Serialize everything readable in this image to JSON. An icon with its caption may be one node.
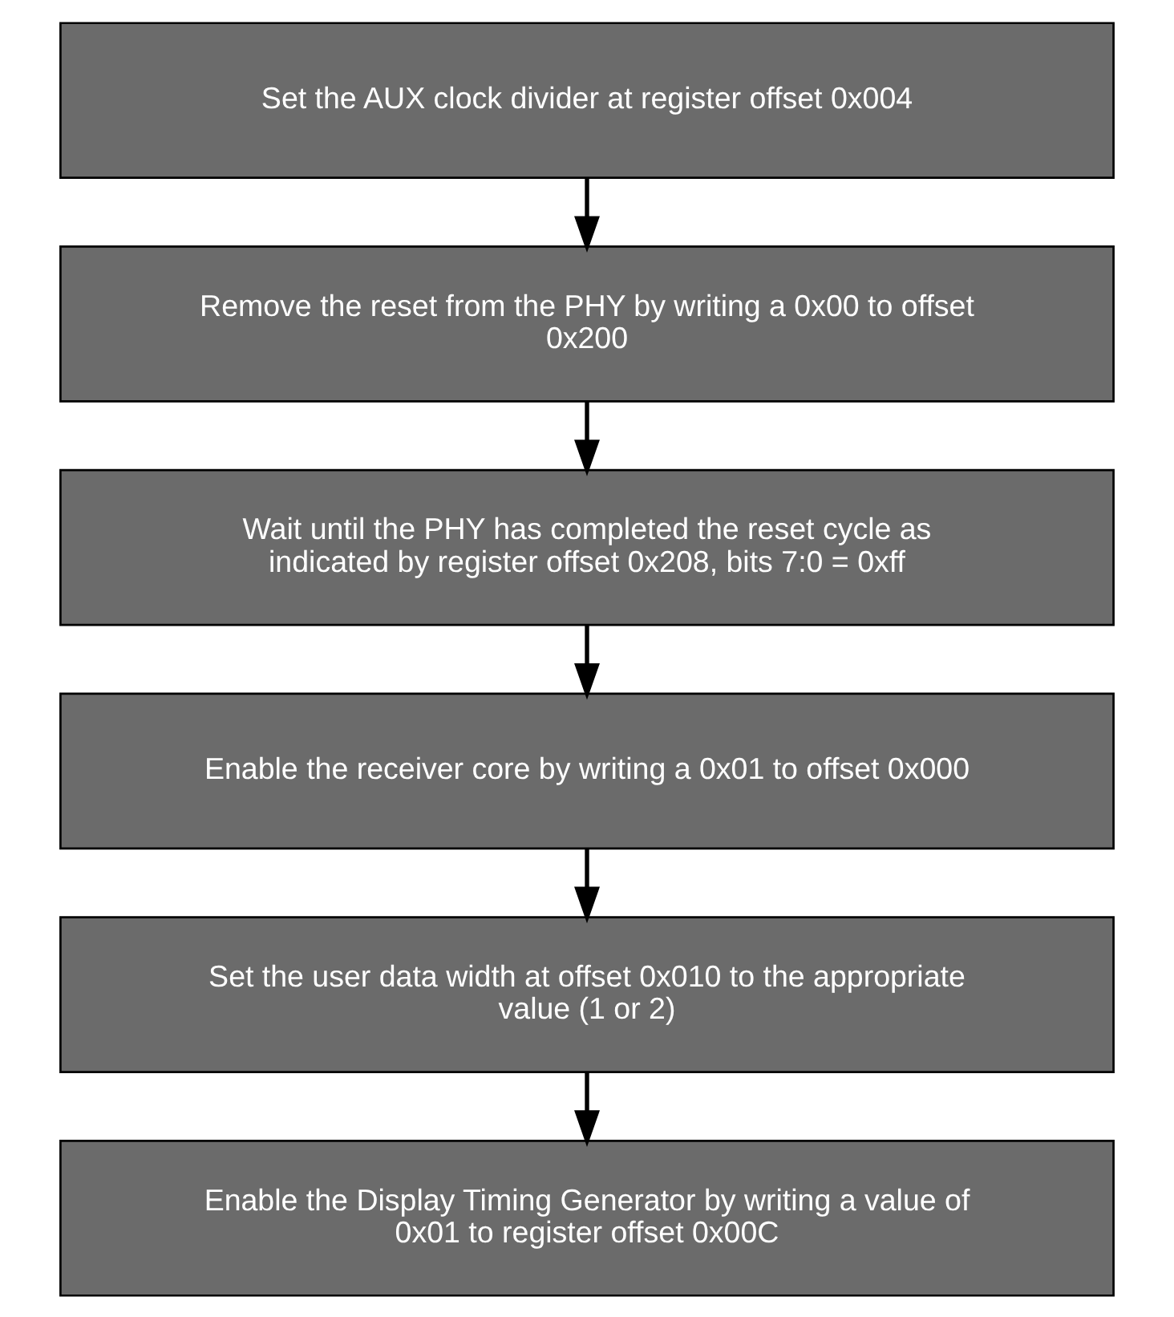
{
  "diagram": {
    "nodes": [
      {
        "text": [
          "Set the AUX clock divider at register offset 0x004"
        ]
      },
      {
        "text": [
          "Remove the reset from the PHY by writing a 0x00 to offset 0x200"
        ]
      },
      {
        "text": [
          "Wait until the PHY has completed the reset cycle as indicated by register offset 0x208, bits 7:0 = 0xff"
        ]
      },
      {
        "text": [
          "Enable the receiver core by writing a 0x01 to offset 0x000"
        ]
      },
      {
        "text": [
          "Set the user data width at offset 0x010 to the appropriate value (1 or 2)"
        ]
      },
      {
        "text": [
          "Enable the Display Timing Generator by writing a value of 0x01 to register offset 0x00C"
        ]
      }
    ],
    "edges": [
      {
        "from": 0,
        "to": 1,
        "arrow": "to"
      },
      {
        "from": 1,
        "to": 2,
        "arrow": "to"
      },
      {
        "from": 2,
        "to": 3,
        "arrow": "to"
      },
      {
        "from": 3,
        "to": 4,
        "arrow": "to"
      },
      {
        "from": 4,
        "to": 5,
        "arrow": "to"
      }
    ]
  }
}
